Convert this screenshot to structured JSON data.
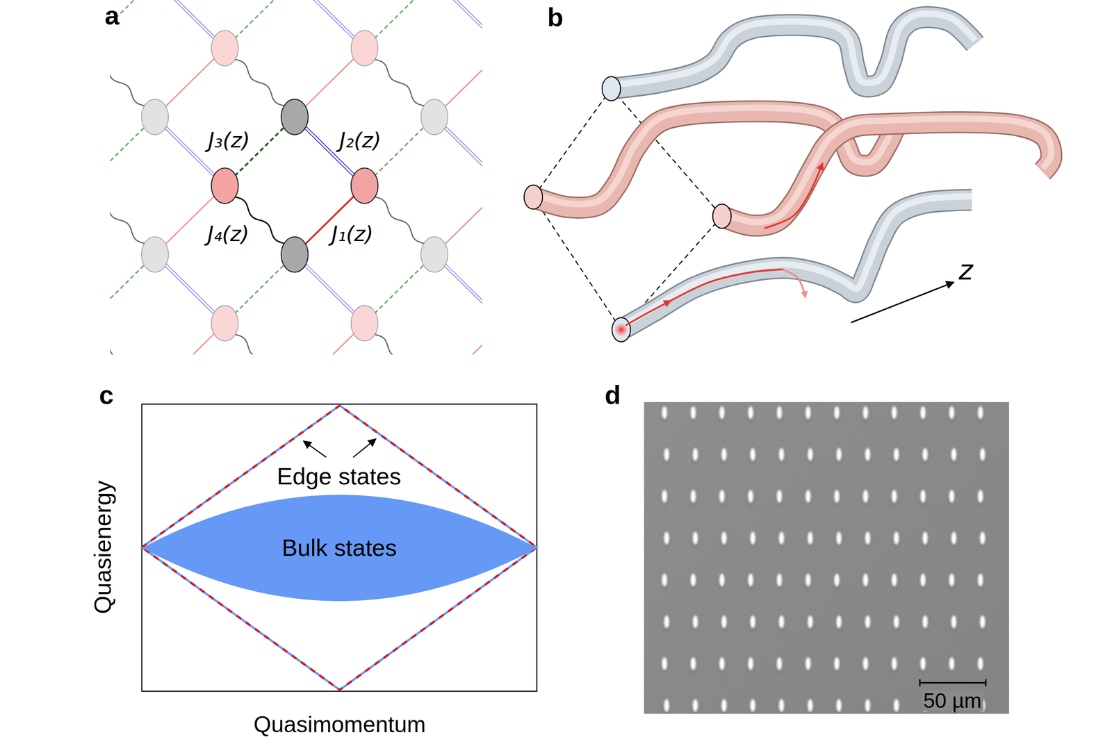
{
  "diagram": {
    "nodes": [
      {
        "text": [
          "Bulk states"
        ]
      }
    ],
    "labels": [
      "a",
      "b",
      "J₃(z)",
      "J₂(z)",
      "J₄(z)",
      "J₁(z)",
      "z",
      "c",
      "d",
      "Edge states",
      "Quasienergy",
      "Quasimomentum",
      "50 µm"
    ]
  }
}
